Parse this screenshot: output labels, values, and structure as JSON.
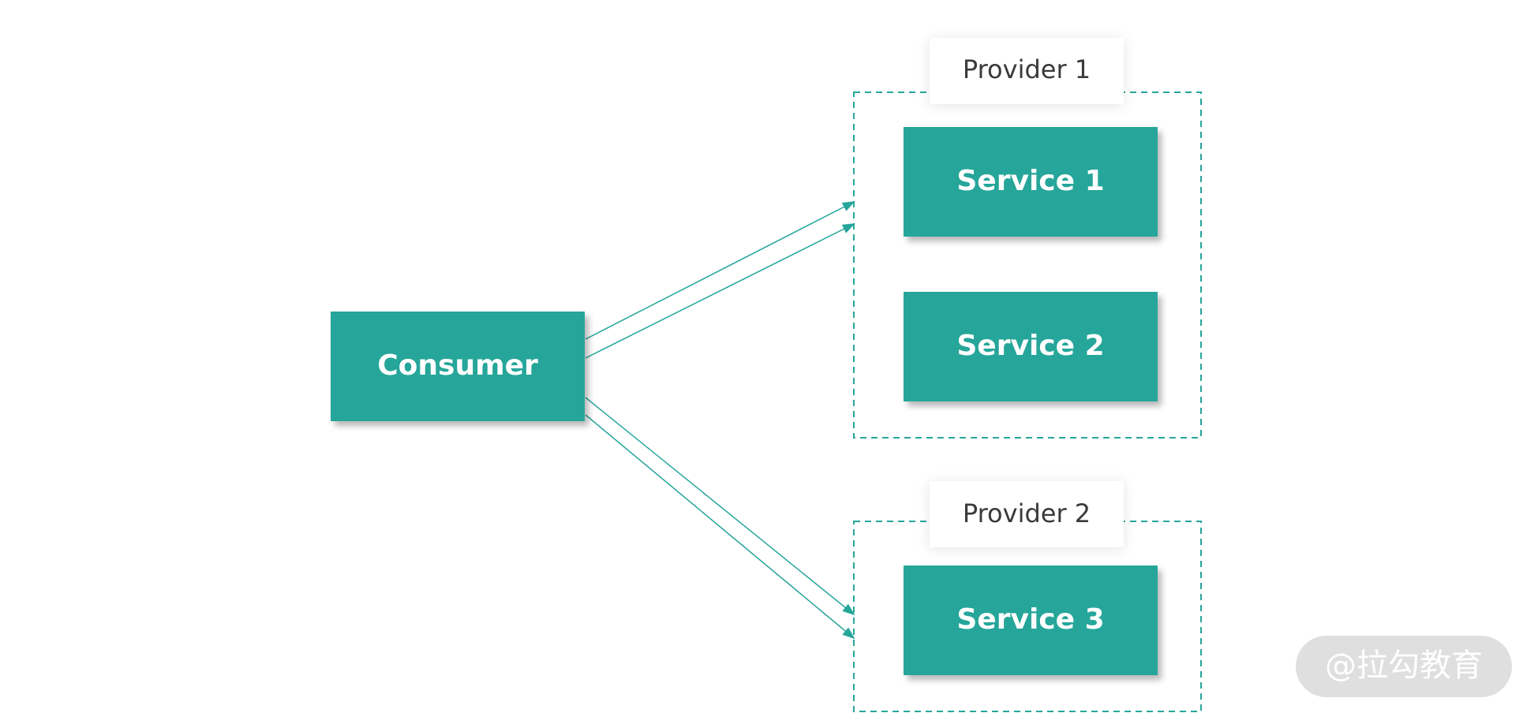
{
  "colors": {
    "node_fill": "#26a69a",
    "edge": "#26a69a",
    "group_border": "#26a69a",
    "label_text": "#3a3a3a",
    "background": "#ffffff"
  },
  "nodes": {
    "consumer": "Consumer",
    "service_1": "Service 1",
    "service_2": "Service 2",
    "service_3": "Service 3"
  },
  "groups": {
    "provider_1": "Provider 1",
    "provider_2": "Provider 2"
  },
  "watermark": "@拉勾教育"
}
